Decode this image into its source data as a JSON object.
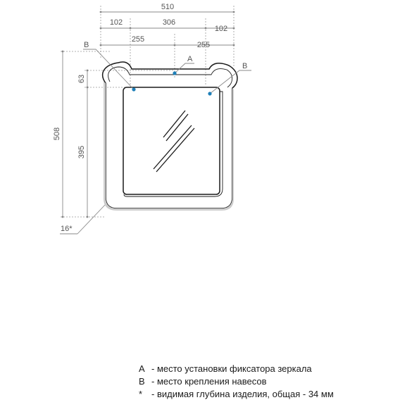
{
  "dimensions": {
    "overall_width": "510",
    "left_offset": "102",
    "mid_span": "306",
    "right_offset": "102",
    "half_left": "255",
    "half_right": "255",
    "overall_height": "508",
    "top_offset": "63",
    "inner_height": "395",
    "depth": "16*"
  },
  "markers": {
    "a": "A",
    "b_left": "B",
    "b_right": "B"
  },
  "legend": [
    {
      "mark": "A",
      "text": "- место установки фиксатора зеркала"
    },
    {
      "mark": "B",
      "text": "- место крепления навесов"
    },
    {
      "mark": "*",
      "text": "- видимая глубина изделия, общая - 34 мм"
    }
  ],
  "colors": {
    "outline": "#1a1a1a",
    "dimension": "#888888",
    "marker": "#1e7fb8"
  }
}
